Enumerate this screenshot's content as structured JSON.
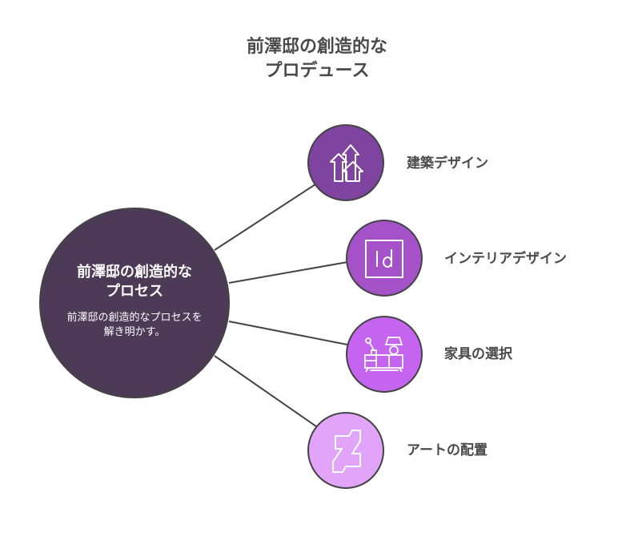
{
  "title": {
    "line1": "前澤邸の創造的な",
    "line2": "プロデュース"
  },
  "center": {
    "title_line1": "前澤邸の創造的な",
    "title_line2": "プロセス",
    "description": "前澤邸の創造的なプロセスを解き明かす。",
    "color": "#4d3a57"
  },
  "nodes": [
    {
      "label": "建築デザイン",
      "icon": "arrows-up-icon",
      "color": "#7e44a0"
    },
    {
      "label": "インテリアデザイン",
      "icon": "indesign-icon",
      "color": "#a552c9"
    },
    {
      "label": "家具の選択",
      "icon": "furniture-icon",
      "color": "#c464ef"
    },
    {
      "label": "アートの配置",
      "icon": "deviantart-icon",
      "color": "#e2a4f9"
    }
  ]
}
